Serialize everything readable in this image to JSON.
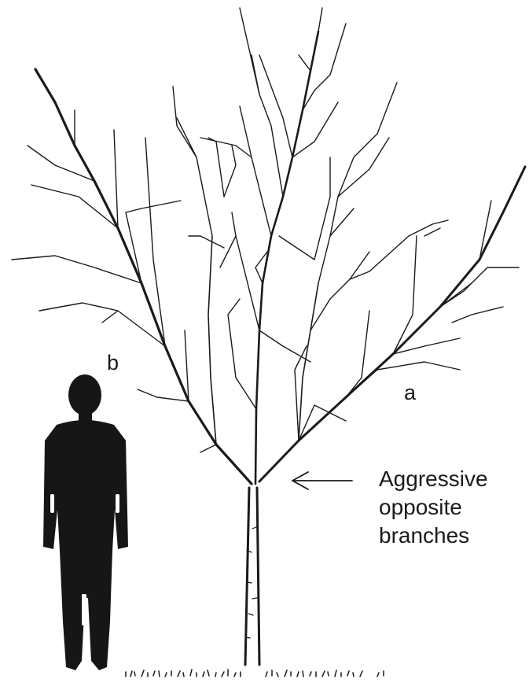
{
  "labels": {
    "branch_b": "b",
    "branch_a": "a",
    "callout": [
      "Aggressive",
      "opposite",
      "branches"
    ]
  },
  "colors": {
    "ink": "#1a1a1a",
    "background": "#ffffff"
  }
}
